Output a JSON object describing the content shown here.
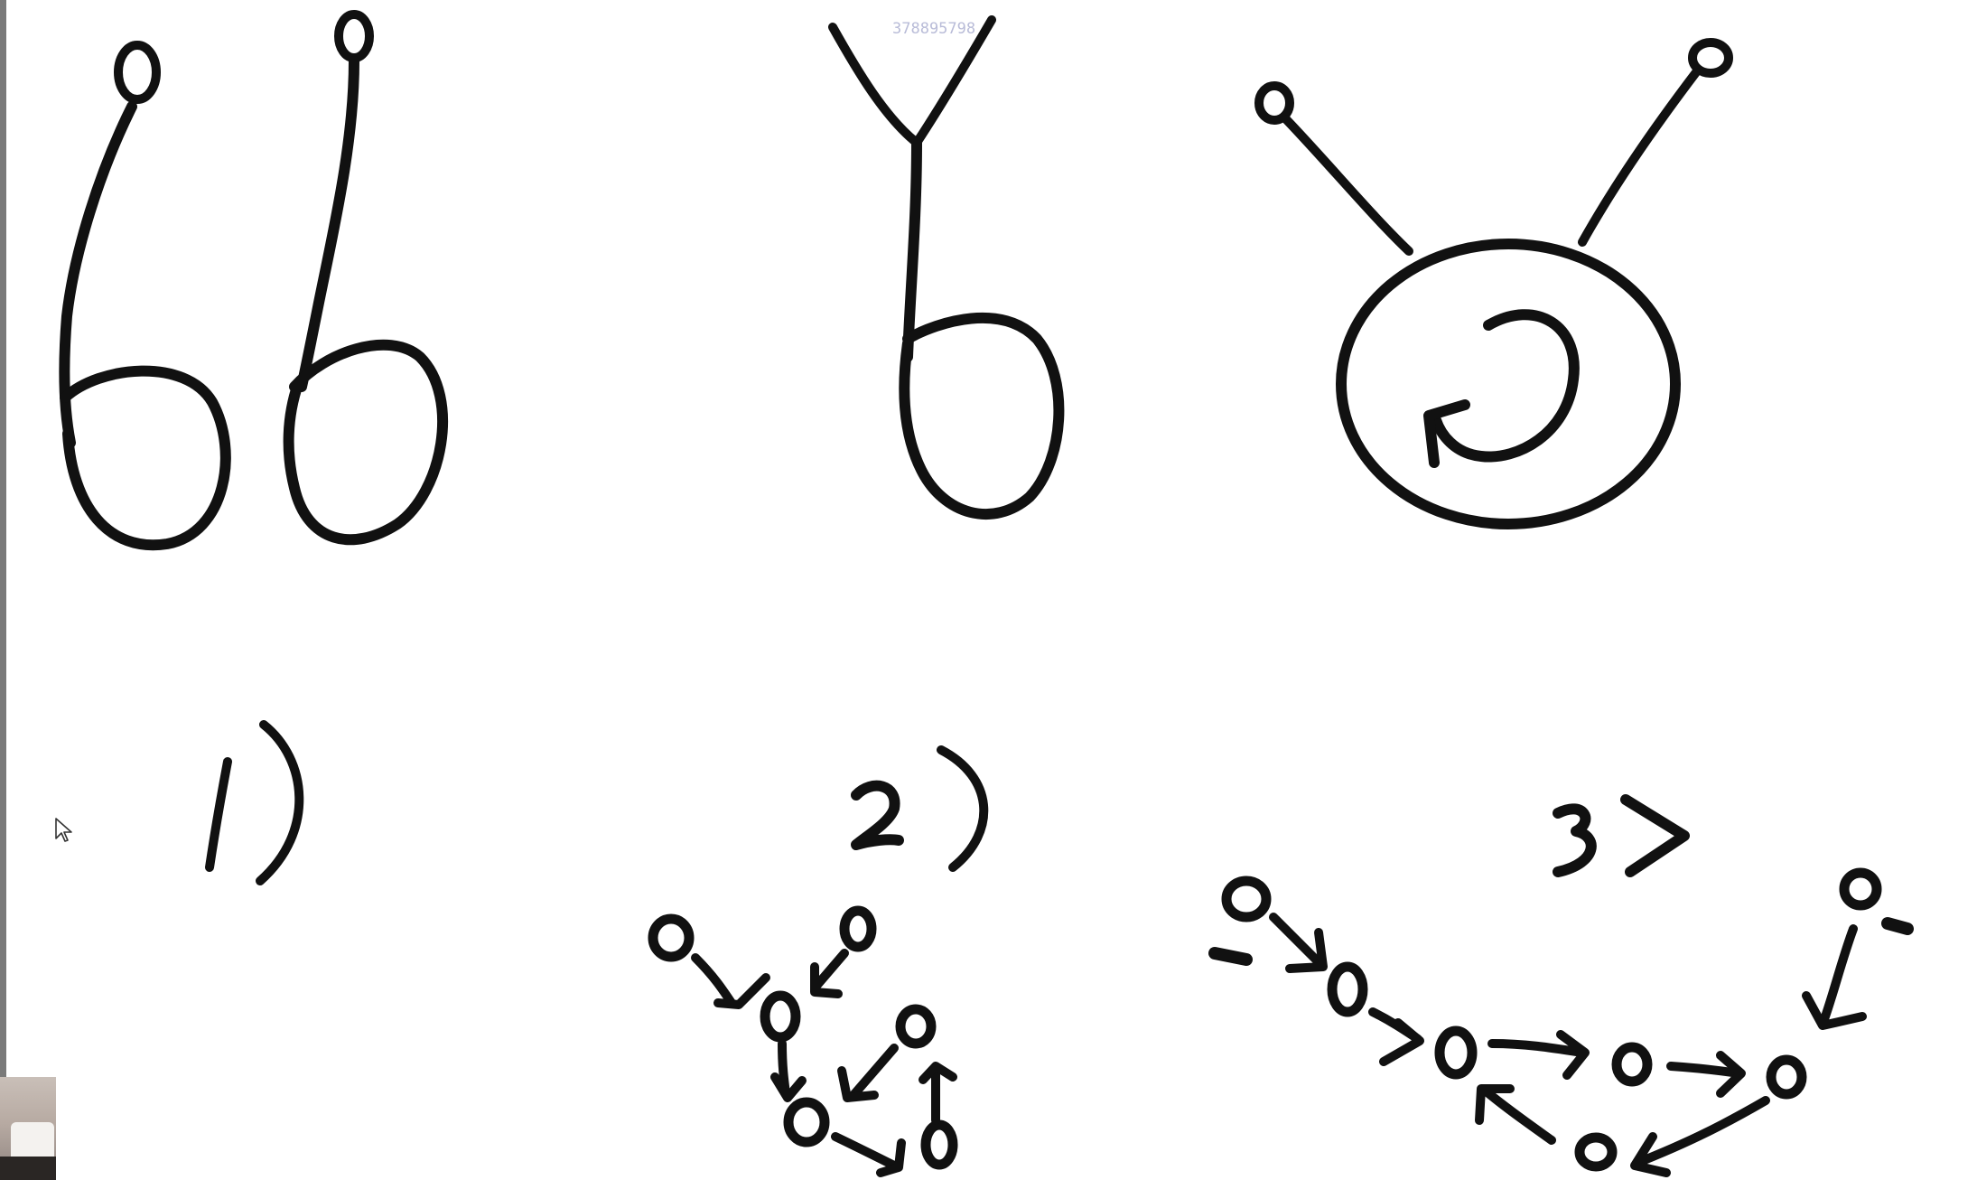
{
  "watermark": "378895798",
  "labels": {
    "one": "1)",
    "two": "2)",
    "three": "3>"
  },
  "node_symbol": "o",
  "colors": {
    "ink": "#111111",
    "background": "#ffffff",
    "watermark": "#b9bcd8"
  },
  "icons": {
    "cursor": "mouse-pointer-icon",
    "refresh": "circular-arrow-icon"
  }
}
